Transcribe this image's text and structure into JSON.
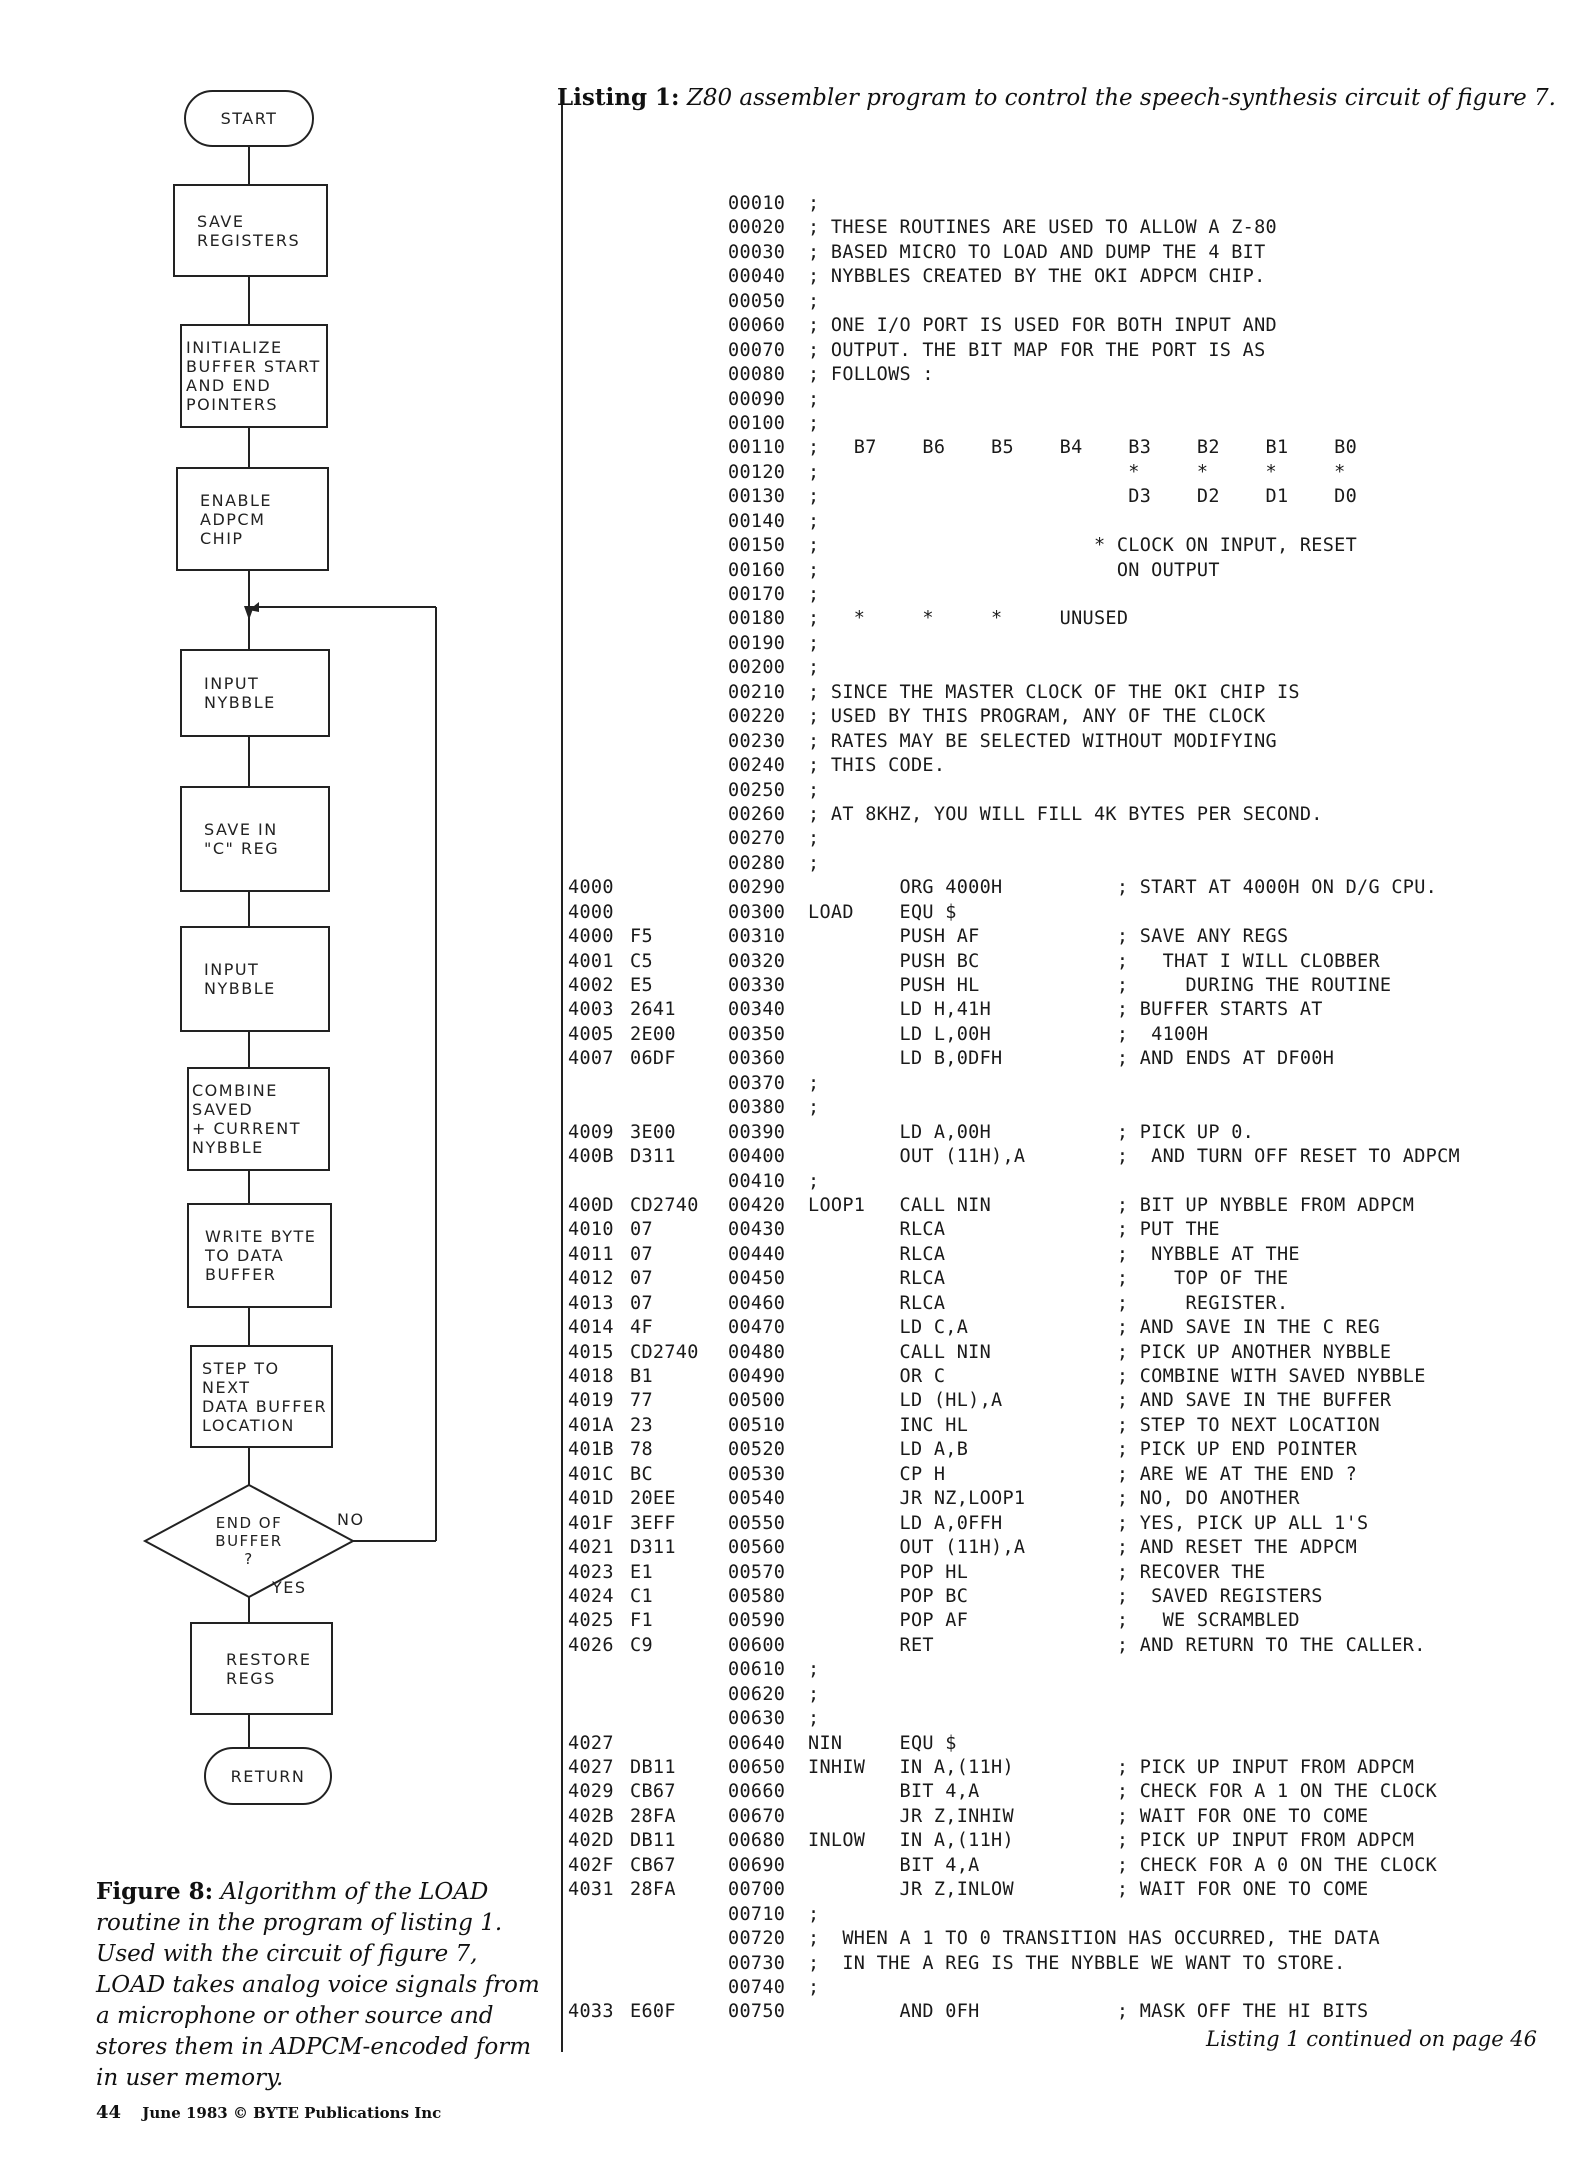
{
  "flowchart": {
    "start": "START",
    "steps": [
      [
        "SAVE",
        "REGISTERS"
      ],
      [
        "INITIALIZE",
        "BUFFER START",
        "AND END",
        "POINTERS"
      ],
      [
        "ENABLE",
        "ADPCM",
        "CHIP"
      ],
      [
        "INPUT",
        "NYBBLE"
      ],
      [
        "SAVE IN",
        "\"C\" REG"
      ],
      [
        "INPUT",
        "NYBBLE"
      ],
      [
        "COMBINE SAVED",
        "+ CURRENT",
        "NYBBLE"
      ],
      [
        "WRITE BYTE",
        "TO DATA",
        "BUFFER"
      ],
      [
        "STEP TO NEXT",
        "DATA BUFFER",
        "LOCATION"
      ]
    ],
    "decision": [
      "END OF",
      "BUFFER",
      "?"
    ],
    "no_label": "NO",
    "yes_label": "YES",
    "restore": [
      "RESTORE",
      "REGS"
    ],
    "return": "RETURN"
  },
  "caption": {
    "label": "Figure 8:",
    "text": "Algorithm of the LOAD routine in the program of listing 1. Used with the circuit of figure 7, LOAD takes analog voice signals from a microphone or other source and stores them in ADPCM-encoded form in user memory."
  },
  "footer": {
    "page": "44",
    "text": "June 1983 © BYTE Publications Inc"
  },
  "listing": {
    "label": "Listing 1:",
    "title": "Z80 assembler program to control the speech-synthesis circuit of figure 7.",
    "continued": "Listing 1 continued on page 46",
    "lines": [
      [
        "",
        "",
        "00010",
        ";"
      ],
      [
        "",
        "",
        "00020",
        "; THESE ROUTINES ARE USED TO ALLOW A Z-80"
      ],
      [
        "",
        "",
        "00030",
        "; BASED MICRO TO LOAD AND DUMP THE 4 BIT"
      ],
      [
        "",
        "",
        "00040",
        "; NYBBLES CREATED BY THE OKI ADPCM CHIP."
      ],
      [
        "",
        "",
        "00050",
        ";"
      ],
      [
        "",
        "",
        "00060",
        "; ONE I/O PORT IS USED FOR BOTH INPUT AND"
      ],
      [
        "",
        "",
        "00070",
        "; OUTPUT. THE BIT MAP FOR THE PORT IS AS"
      ],
      [
        "",
        "",
        "00080",
        "; FOLLOWS :"
      ],
      [
        "",
        "",
        "00090",
        ";"
      ],
      [
        "",
        "",
        "00100",
        ";"
      ],
      [
        "",
        "",
        "00110",
        ";   B7    B6    B5    B4    B3    B2    B1    B0"
      ],
      [
        "",
        "",
        "00120",
        ";                           *     *     *     *"
      ],
      [
        "",
        "",
        "00130",
        ";                           D3    D2    D1    D0"
      ],
      [
        "",
        "",
        "00140",
        ";"
      ],
      [
        "",
        "",
        "00150",
        ";                        * CLOCK ON INPUT, RESET"
      ],
      [
        "",
        "",
        "00160",
        ";                          ON OUTPUT"
      ],
      [
        "",
        "",
        "00170",
        ";"
      ],
      [
        "",
        "",
        "00180",
        ";   *     *     *     UNUSED"
      ],
      [
        "",
        "",
        "00190",
        ";"
      ],
      [
        "",
        "",
        "00200",
        ";"
      ],
      [
        "",
        "",
        "00210",
        "; SINCE THE MASTER CLOCK OF THE OKI CHIP IS"
      ],
      [
        "",
        "",
        "00220",
        "; USED BY THIS PROGRAM, ANY OF THE CLOCK"
      ],
      [
        "",
        "",
        "00230",
        "; RATES MAY BE SELECTED WITHOUT MODIFYING"
      ],
      [
        "",
        "",
        "00240",
        "; THIS CODE."
      ],
      [
        "",
        "",
        "00250",
        ";"
      ],
      [
        "",
        "",
        "00260",
        "; AT 8KHZ, YOU WILL FILL 4K BYTES PER SECOND."
      ],
      [
        "",
        "",
        "00270",
        ";"
      ],
      [
        "",
        "",
        "00280",
        ";"
      ],
      [
        "4000",
        "",
        "00290",
        "        ORG 4000H          ; START AT 4000H ON D/G CPU."
      ],
      [
        "4000",
        "",
        "00300",
        "LOAD    EQU $"
      ],
      [
        "4000",
        "F5",
        "00310",
        "        PUSH AF            ; SAVE ANY REGS"
      ],
      [
        "4001",
        "C5",
        "00320",
        "        PUSH BC            ;   THAT I WILL CLOBBER"
      ],
      [
        "4002",
        "E5",
        "00330",
        "        PUSH HL            ;     DURING THE ROUTINE"
      ],
      [
        "4003",
        "2641",
        "00340",
        "        LD H,41H           ; BUFFER STARTS AT"
      ],
      [
        "4005",
        "2E00",
        "00350",
        "        LD L,00H           ;  4100H"
      ],
      [
        "4007",
        "06DF",
        "00360",
        "        LD B,0DFH          ; AND ENDS AT DF00H"
      ],
      [
        "",
        "",
        "00370",
        ";"
      ],
      [
        "",
        "",
        "00380",
        ";"
      ],
      [
        "4009",
        "3E00",
        "00390",
        "        LD A,00H           ; PICK UP 0."
      ],
      [
        "400B",
        "D311",
        "00400",
        "        OUT (11H),A        ;  AND TURN OFF RESET TO ADPCM"
      ],
      [
        "",
        "",
        "00410",
        ";"
      ],
      [
        "400D",
        "CD2740",
        "00420",
        "LOOP1   CALL NIN           ; BIT UP NYBBLE FROM ADPCM"
      ],
      [
        "4010",
        "07",
        "00430",
        "        RLCA               ; PUT THE"
      ],
      [
        "4011",
        "07",
        "00440",
        "        RLCA               ;  NYBBLE AT THE"
      ],
      [
        "4012",
        "07",
        "00450",
        "        RLCA               ;    TOP OF THE"
      ],
      [
        "4013",
        "07",
        "00460",
        "        RLCA               ;     REGISTER."
      ],
      [
        "4014",
        "4F",
        "00470",
        "        LD C,A             ; AND SAVE IN THE C REG"
      ],
      [
        "4015",
        "CD2740",
        "00480",
        "        CALL NIN           ; PICK UP ANOTHER NYBBLE"
      ],
      [
        "4018",
        "B1",
        "00490",
        "        OR C               ; COMBINE WITH SAVED NYBBLE"
      ],
      [
        "4019",
        "77",
        "00500",
        "        LD (HL),A          ; AND SAVE IN THE BUFFER"
      ],
      [
        "401A",
        "23",
        "00510",
        "        INC HL             ; STEP TO NEXT LOCATION"
      ],
      [
        "401B",
        "78",
        "00520",
        "        LD A,B             ; PICK UP END POINTER"
      ],
      [
        "401C",
        "BC",
        "00530",
        "        CP H               ; ARE WE AT THE END ?"
      ],
      [
        "401D",
        "20EE",
        "00540",
        "        JR NZ,LOOP1        ; NO, DO ANOTHER"
      ],
      [
        "401F",
        "3EFF",
        "00550",
        "        LD A,0FFH          ; YES, PICK UP ALL 1'S"
      ],
      [
        "4021",
        "D311",
        "00560",
        "        OUT (11H),A        ; AND RESET THE ADPCM"
      ],
      [
        "4023",
        "E1",
        "00570",
        "        POP HL             ; RECOVER THE"
      ],
      [
        "4024",
        "C1",
        "00580",
        "        POP BC             ;  SAVED REGISTERS"
      ],
      [
        "4025",
        "F1",
        "00590",
        "        POP AF             ;   WE SCRAMBLED"
      ],
      [
        "4026",
        "C9",
        "00600",
        "        RET                ; AND RETURN TO THE CALLER."
      ],
      [
        "",
        "",
        "00610",
        ";"
      ],
      [
        "",
        "",
        "00620",
        ";"
      ],
      [
        "",
        "",
        "00630",
        ";"
      ],
      [
        "4027",
        "",
        "00640",
        "NIN     EQU $"
      ],
      [
        "4027",
        "DB11",
        "00650",
        "INHIW   IN A,(11H)         ; PICK UP INPUT FROM ADPCM"
      ],
      [
        "4029",
        "CB67",
        "00660",
        "        BIT 4,A            ; CHECK FOR A 1 ON THE CLOCK"
      ],
      [
        "402B",
        "28FA",
        "00670",
        "        JR Z,INHIW         ; WAIT FOR ONE TO COME"
      ],
      [
        "402D",
        "DB11",
        "00680",
        "INLOW   IN A,(11H)         ; PICK UP INPUT FROM ADPCM"
      ],
      [
        "402F",
        "CB67",
        "00690",
        "        BIT 4,A            ; CHECK FOR A 0 ON THE CLOCK"
      ],
      [
        "4031",
        "28FA",
        "00700",
        "        JR Z,INLOW         ; WAIT FOR ONE TO COME"
      ],
      [
        "",
        "",
        "00710",
        ";"
      ],
      [
        "",
        "",
        "00720",
        ";  WHEN A 1 TO 0 TRANSITION HAS OCCURRED, THE DATA"
      ],
      [
        "",
        "",
        "00730",
        ";  IN THE A REG IS THE NYBBLE WE WANT TO STORE."
      ],
      [
        "",
        "",
        "00740",
        ";"
      ],
      [
        "4033",
        "E60F",
        "00750",
        "        AND 0FH            ; MASK OFF THE HI BITS"
      ]
    ]
  }
}
